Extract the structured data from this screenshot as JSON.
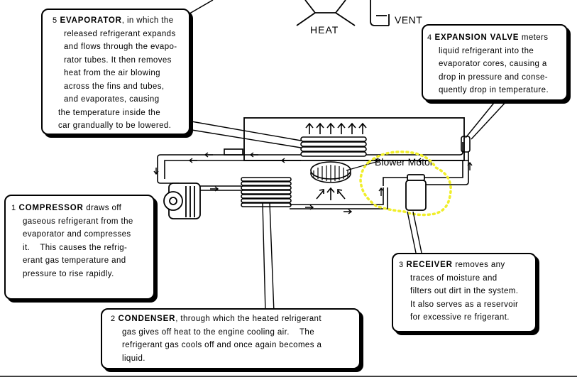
{
  "top_labels": {
    "heat": "HEAT",
    "vent": "VENT"
  },
  "evaporator": {
    "number": "5",
    "title": "EVAPORATOR",
    "lines": [
      ", in which the",
      "released refrigerant expands",
      "and flows through the evapo-",
      "rator tubes. It then removes",
      "heat from the air blowing",
      "across the fins and tubes,",
      "and evaporates, causing",
      "the temperature inside the",
      "car grandually to be lowered."
    ]
  },
  "expansion_valve": {
    "number": "4",
    "title": "EXPANSION VALVE",
    "lines": [
      " meters",
      "liquid refrigerant into the",
      "evaporator cores, causing a",
      "drop in pressure and conse-",
      "quently drop in temperature."
    ]
  },
  "compressor": {
    "number": "1",
    "title": "COMPRESSOR",
    "lines": [
      " draws off",
      "gaseous refrigerant from the",
      "evaporator and compresses",
      "it.    This causes the refrig-",
      "erant gas temperature and",
      "pressure to rise rapidly."
    ]
  },
  "condenser": {
    "number": "2",
    "title": "CONDENSER",
    "lines": [
      ", through which the heated relrigerant",
      "gas gives off heat to the engine cooling air.    The",
      "refrigerant gas cools off and once again becomes a",
      "liquid."
    ]
  },
  "receiver": {
    "number": "3",
    "title": "RECEIVER",
    "lines": [
      " removes any",
      "traces of moisture and",
      "filters out dirt in the system.",
      "It also serves as a reservoir",
      "for excessive re frigerant."
    ]
  },
  "blower_motor_label": "Blower Motor",
  "colors": {
    "highlight": "#f0ee2a",
    "ink": "#000000"
  }
}
